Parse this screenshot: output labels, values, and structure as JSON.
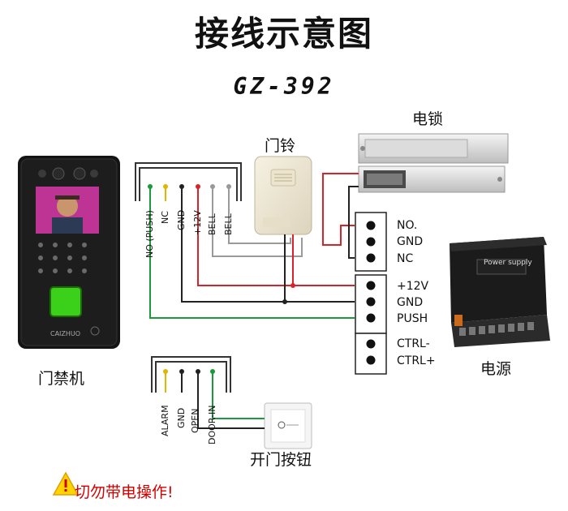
{
  "title": "接线示意图",
  "model": "GZ-392",
  "labels": {
    "doorbell": "门铃",
    "lock": "电锁",
    "access": "门禁机",
    "power": "电源",
    "exit_button": "开门按钮",
    "brand": "CAIZHUO",
    "psu_name": "Power supply"
  },
  "device_terminals": [
    "NO (PUSH)",
    "NC",
    "GND",
    "+12V",
    "BELL",
    "BELL"
  ],
  "button_terminals": [
    "ALARM",
    "GND",
    "OPEN",
    "DOOR-IN"
  ],
  "power_terminals": [
    "NO.",
    "GND",
    "NC",
    "+12V",
    "GND",
    "PUSH",
    "CTRL-",
    "CTRL+"
  ],
  "warning": "切勿带电操作!",
  "colors": {
    "red": "#d8232a",
    "green": "#1a9a3a",
    "yellow": "#e3b400",
    "black": "#222222",
    "grey": "#9a9a9a",
    "warn": "#d40000"
  }
}
